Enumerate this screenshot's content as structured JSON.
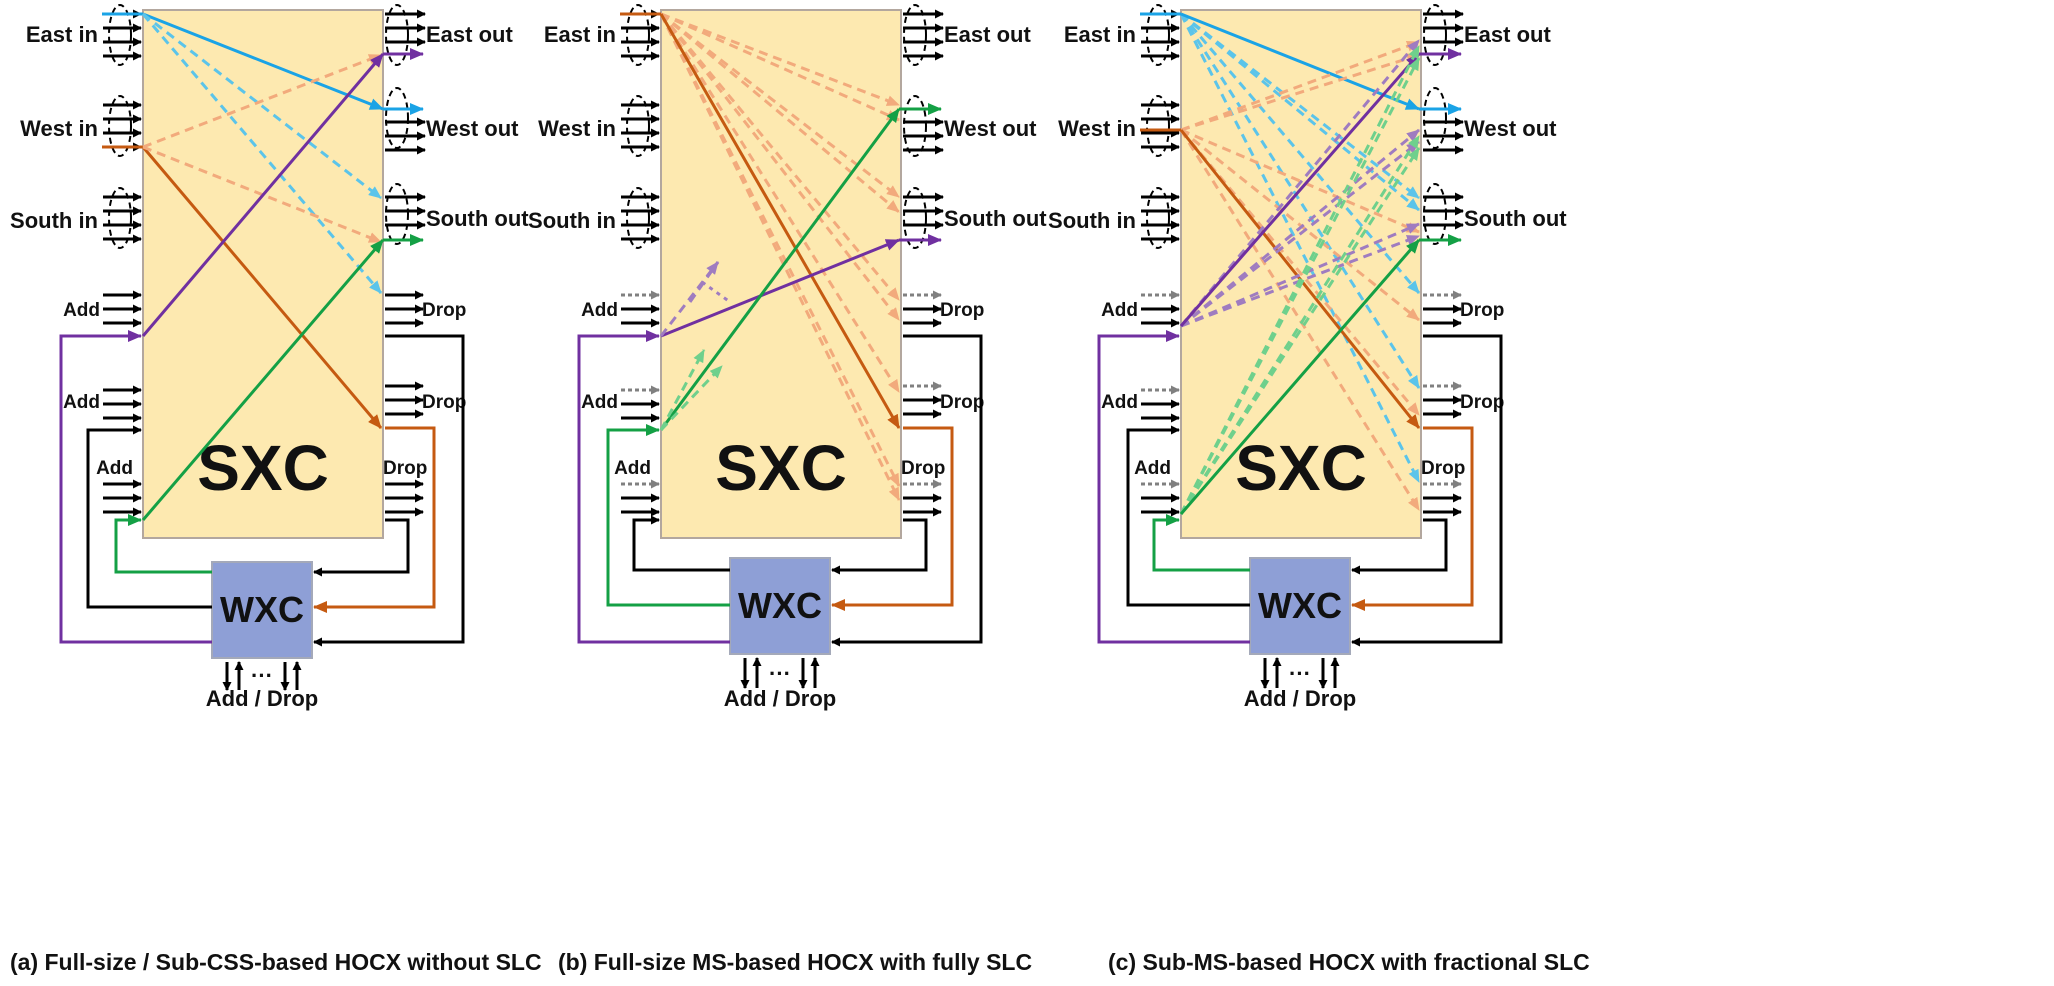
{
  "panels": [
    {
      "id": "a",
      "caption": "(a) Full-size / Sub-CSS-based HOCX without SLC",
      "sxc_label": "SXC",
      "wxc_label": "WXC",
      "inputs": [
        "East in",
        "West in",
        "South in"
      ],
      "outputs": [
        "East out",
        "West out",
        "South out"
      ],
      "add_labels": [
        "Add",
        "Add",
        "Add"
      ],
      "drop_labels": [
        "Drop",
        "Drop",
        "Drop"
      ],
      "bottom_label": "Add / Drop",
      "ellipsis": "···"
    },
    {
      "id": "b",
      "caption": "(b) Full-size MS-based HOCX with fully SLC",
      "sxc_label": "SXC",
      "wxc_label": "WXC",
      "inputs": [
        "East in",
        "West in",
        "South in"
      ],
      "outputs": [
        "East out",
        "West out",
        "South out"
      ],
      "add_labels": [
        "Add",
        "Add",
        "Add"
      ],
      "drop_labels": [
        "Drop",
        "Drop",
        "Drop"
      ],
      "bottom_label": "Add / Drop",
      "ellipsis": "···"
    },
    {
      "id": "c",
      "caption": "(c) Sub-MS-based HOCX with fractional SLC",
      "sxc_label": "SXC",
      "wxc_label": "WXC",
      "inputs": [
        "East in",
        "West in",
        "South in"
      ],
      "outputs": [
        "East out",
        "West out",
        "South out"
      ],
      "add_labels": [
        "Add",
        "Add",
        "Add"
      ],
      "drop_labels": [
        "Drop",
        "Drop",
        "Drop"
      ],
      "bottom_label": "Add / Drop",
      "ellipsis": "···"
    }
  ],
  "colors": {
    "sxc_fill": "#fde9b0",
    "sxc_stroke": "#b3a79e",
    "wxc_fill": "#8e9fd6",
    "wxc_stroke": "#a4a9b9",
    "blue": "#1aa3e6",
    "orange": "#c55a11",
    "purple": "#7030a0",
    "green": "#14a045",
    "black": "#000000",
    "gray": "#808080"
  }
}
